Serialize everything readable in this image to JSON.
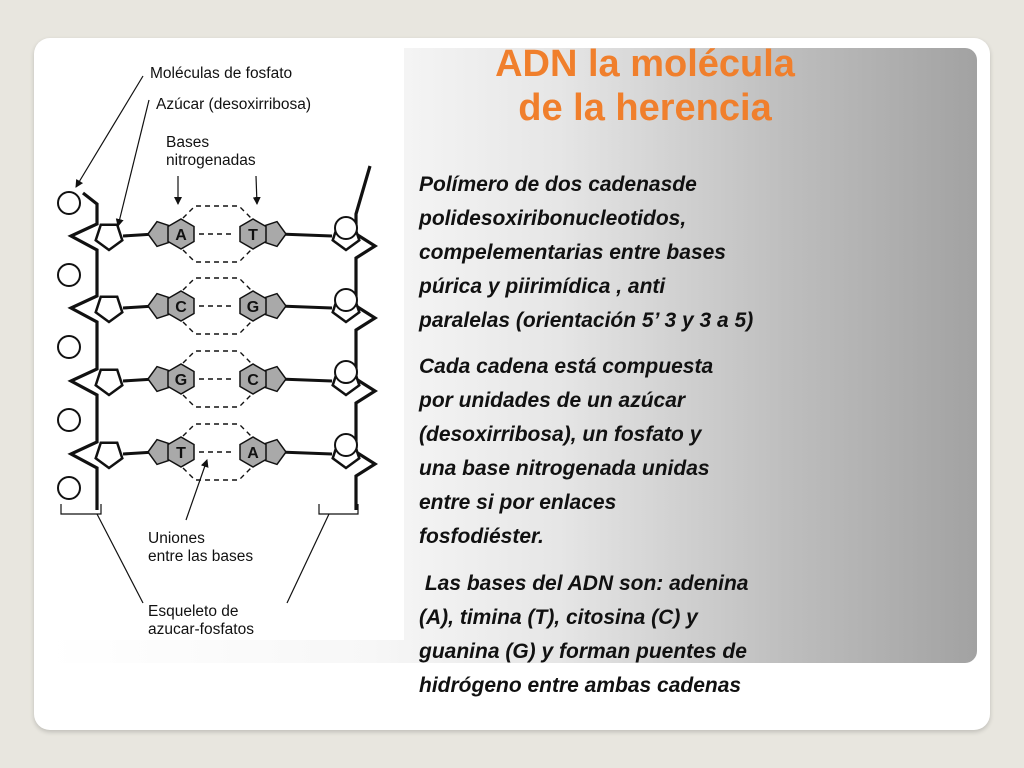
{
  "slide": {
    "title_line1": "ADN la molécula",
    "title_line2": "de la herencia",
    "paragraph1": "Polímero de dos cadenasde\npolidesoxiribonucleotidos,\ncompelementarias entre bases\npúrica y piirimídica , anti\nparalelas (orientación 5’ 3 y 3 a 5)",
    "paragraph2": "Cada cadena está compuesta\npor unidades de un azúcar\n(desoxirribosa), un fosfato y\nuna base nitrogenada unidas\nentre si por enlaces\nfosfodiéster.",
    "paragraph3": " Las bases del ADN son: adenina\n(A), timina (T), citosina (C) y\nguanina (G) y forman puentes de\nhidrógeno entre ambas cadenas"
  },
  "diagram": {
    "label_phosphate": "Moléculas de fosfato",
    "label_sugar": "Azúcar (desoxirribosa)",
    "label_bases_line1": "Bases",
    "label_bases_line2": "nitrogenadas",
    "label_unions_line1": "Uniones",
    "label_unions_line2": "entre las bases",
    "label_backbone_line1": "Esqueleto de",
    "label_backbone_line2": "azucar-fosfatos",
    "base_pairs": [
      {
        "left": "A",
        "right": "T"
      },
      {
        "left": "C",
        "right": "G"
      },
      {
        "left": "G",
        "right": "C"
      },
      {
        "left": "T",
        "right": "A"
      }
    ],
    "colors": {
      "title": "#f07f2c",
      "base_fill": "#a9a9a9",
      "line": "#111111"
    }
  }
}
